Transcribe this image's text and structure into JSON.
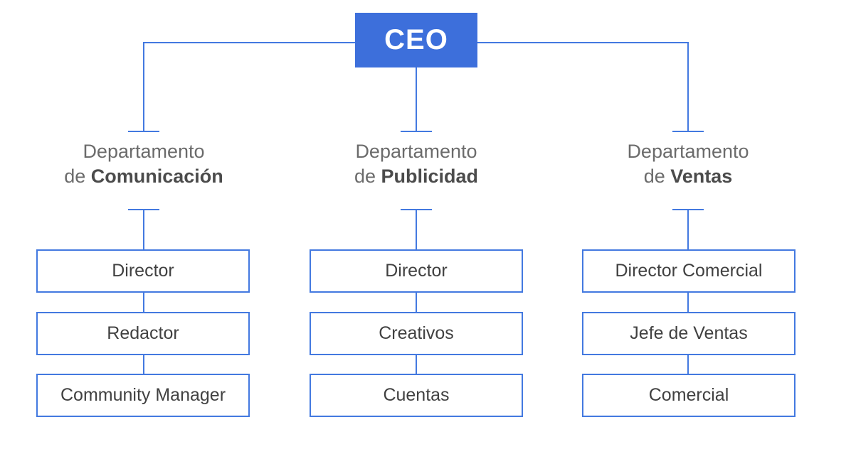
{
  "ceo": {
    "label": "CEO"
  },
  "departments": [
    {
      "line1": "Departamento",
      "prefix": "de ",
      "name": "Comunicación",
      "roles": [
        "Director",
        "Redactor",
        "Community Manager"
      ]
    },
    {
      "line1": "Departamento",
      "prefix": "de ",
      "name": "Publicidad",
      "roles": [
        "Director",
        "Creativos",
        "Cuentas"
      ]
    },
    {
      "line1": "Departamento",
      "prefix": "de ",
      "name": "Ventas",
      "roles": [
        "Director Comercial",
        "Jefe de Ventas",
        "Comercial"
      ]
    }
  ],
  "colors": {
    "ceo_fill": "#3D6FDB",
    "connector_line": "#4379E0",
    "box_border": "#4379E0",
    "box_text": "#414141",
    "heading_text": "#6b6b6b",
    "heading_bold_text": "#4b4b4b",
    "background": "#ffffff"
  }
}
